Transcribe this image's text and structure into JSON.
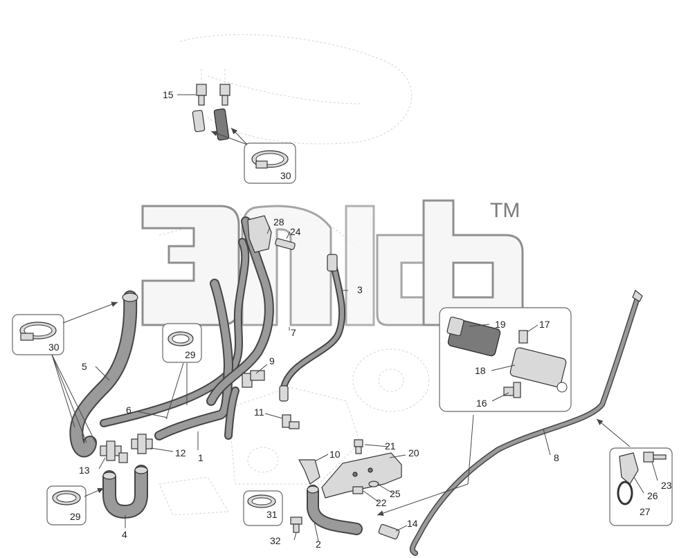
{
  "watermark": {
    "logo_text": "ЭЛСБ",
    "trademark": "TM"
  },
  "callouts": {
    "c1": "1",
    "c2": "2",
    "c3": "3",
    "c4": "4",
    "c5": "5",
    "c6": "6",
    "c7": "7",
    "c8": "8",
    "c9": "9",
    "c10": "10",
    "c11": "11",
    "c12": "12",
    "c13": "13",
    "c14": "14",
    "c15": "15",
    "c16": "16",
    "c17": "17",
    "c18": "18",
    "c19": "19",
    "c20": "20",
    "c21": "21",
    "c22": "22",
    "c23": "23",
    "c24": "24",
    "c25": "25",
    "c26": "26",
    "c27": "27",
    "c28": "28",
    "c29a": "29",
    "c29b": "29",
    "c30a": "30",
    "c30b": "30",
    "c31": "31",
    "c32": "32"
  },
  "colors": {
    "hose": "#9a9a9a",
    "outline": "#333333",
    "watermark": "#8f8f8f"
  }
}
